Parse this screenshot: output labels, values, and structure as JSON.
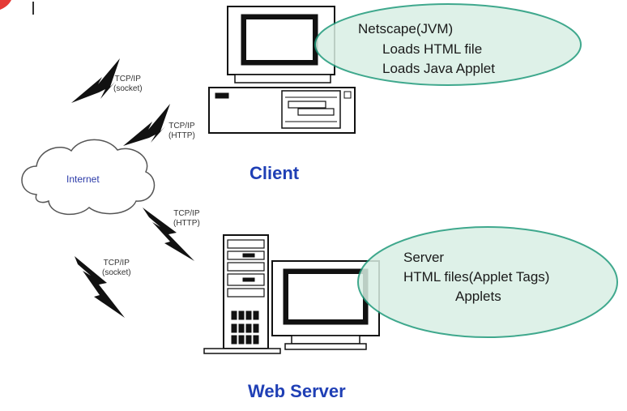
{
  "colors": {
    "title": "#1f3fb5",
    "bubble_fill": "#d9efe4",
    "bubble_stroke": "#1e9a7a",
    "internet_text": "#2b3aa8",
    "corner_mark": "#e53935"
  },
  "cloud": {
    "label": "Internet"
  },
  "links": [
    {
      "protocol": "TCP/IP",
      "type": "(socket)"
    },
    {
      "protocol": "TCP/IP",
      "type": "(HTTP)"
    },
    {
      "protocol": "TCP/IP",
      "type": "(HTTP)"
    },
    {
      "protocol": "TCP/IP",
      "type": "(socket)"
    }
  ],
  "client": {
    "label": "Client",
    "bubble": [
      "Netscape(JVM)",
      "Loads HTML file",
      "Loads Java Applet"
    ]
  },
  "server": {
    "label": "Web Server",
    "bubble": [
      "Server",
      "HTML files(Applet Tags)",
      "Applets"
    ]
  }
}
